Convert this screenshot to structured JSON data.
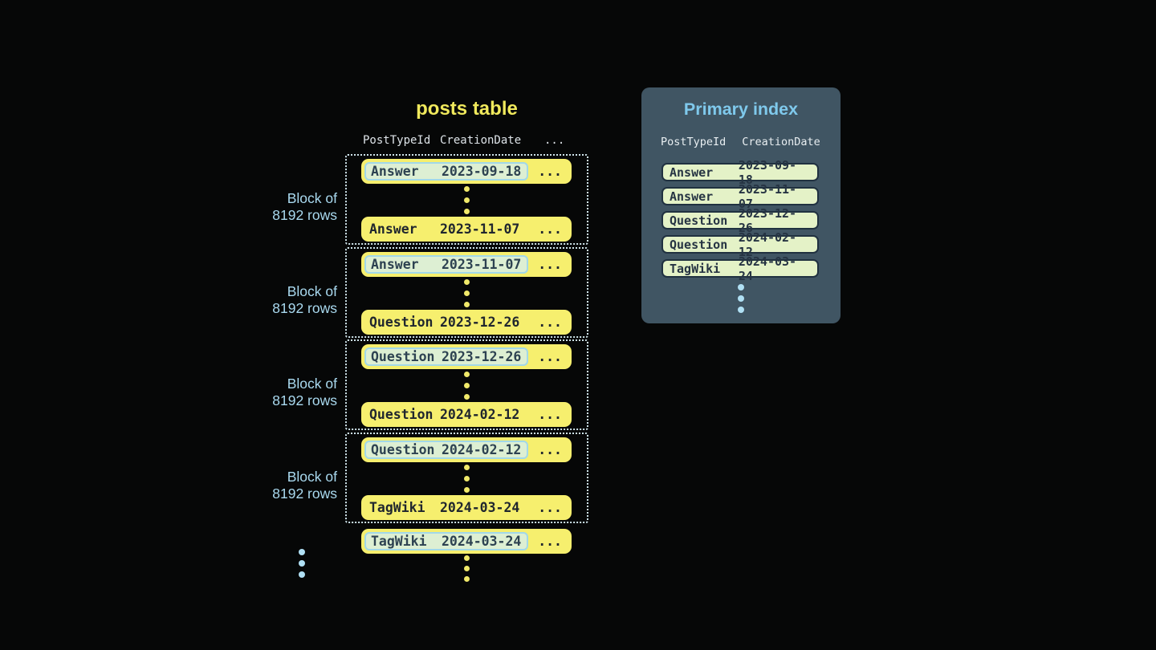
{
  "colors": {
    "background": "#060707",
    "table_title_yellow": "#f0e95c",
    "row_yellow": "#f6ef6e",
    "row_text": "#20262e",
    "highlight_fill": "#ddefd3",
    "highlight_border": "#a2d8e8",
    "highlight_text": "#2d4251",
    "block_dotted_border": "#cfe4eb",
    "block_label_blue": "#a9d9ef",
    "column_header_text": "#dde3e8",
    "panel_background": "#405563",
    "panel_title_blue": "#7fc9ec",
    "index_row_fill": "#e4f2c7",
    "index_row_border": "#203140",
    "index_row_text": "#263443",
    "yellow_dot": "#f0e96a",
    "blue_dot": "#b0e0f4"
  },
  "posts_table": {
    "title": "posts table",
    "columns": [
      "PostTypeId",
      "CreationDate",
      "..."
    ],
    "block_label": {
      "line1": "Block of",
      "line2": "8192 rows"
    },
    "blocks": [
      {
        "first": {
          "type": "Answer",
          "date": "2023-09-18",
          "more": "..."
        },
        "last": {
          "type": "Answer",
          "date": "2023-11-07",
          "more": "..."
        }
      },
      {
        "first": {
          "type": "Answer",
          "date": "2023-11-07",
          "more": "..."
        },
        "last": {
          "type": "Question",
          "date": "2023-12-26",
          "more": "..."
        }
      },
      {
        "first": {
          "type": "Question",
          "date": "2023-12-26",
          "more": "..."
        },
        "last": {
          "type": "Question",
          "date": "2024-02-12",
          "more": "..."
        }
      },
      {
        "first": {
          "type": "Question",
          "date": "2024-02-12",
          "more": "..."
        },
        "last": {
          "type": "TagWiki",
          "date": "2024-03-24",
          "more": "..."
        }
      }
    ],
    "tail_row": {
      "type": "TagWiki",
      "date": "2024-03-24",
      "more": "..."
    }
  },
  "primary_index": {
    "title": "Primary index",
    "columns": [
      "PostTypeId",
      "CreationDate"
    ],
    "rows": [
      {
        "type": "Answer",
        "date": "2023-09-18"
      },
      {
        "type": "Answer",
        "date": "2023-11-07"
      },
      {
        "type": "Question",
        "date": "2023-12-26"
      },
      {
        "type": "Question",
        "date": "2024-02-12"
      },
      {
        "type": "TagWiki",
        "date": "2024-03-24"
      }
    ]
  }
}
